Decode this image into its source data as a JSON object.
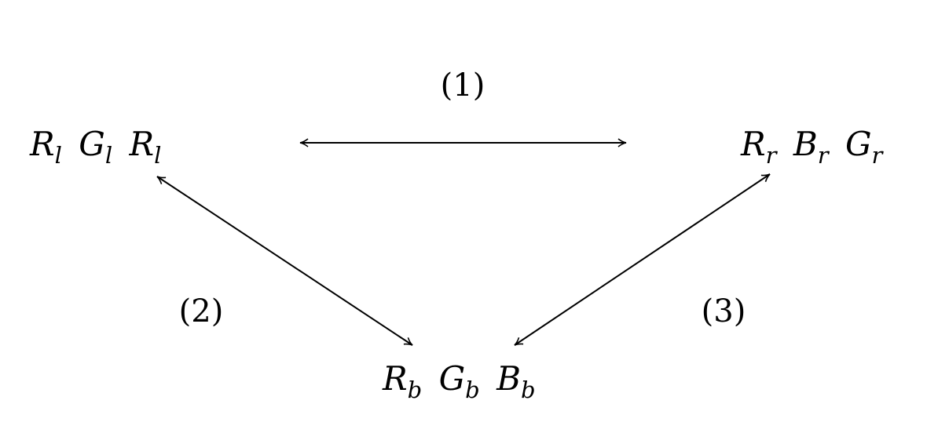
{
  "nodes": {
    "left": [
      {
        "base": "R",
        "sub": "l"
      },
      {
        "base": "G",
        "sub": "l"
      },
      {
        "base": "R",
        "sub": "l"
      }
    ],
    "right": [
      {
        "base": "R",
        "sub": "r"
      },
      {
        "base": "B",
        "sub": "r"
      },
      {
        "base": "G",
        "sub": "r"
      }
    ],
    "bottom": [
      {
        "base": "R",
        "sub": "b"
      },
      {
        "base": "G",
        "sub": "b"
      },
      {
        "base": "B",
        "sub": "b"
      }
    ]
  },
  "edges": [
    {
      "from": "left",
      "to": "right",
      "label": "(1)",
      "bidirectional": true
    },
    {
      "from": "left",
      "to": "bottom",
      "label": "(2)",
      "bidirectional": true
    },
    {
      "from": "right",
      "to": "bottom",
      "label": "(3)",
      "bidirectional": true
    }
  ]
}
